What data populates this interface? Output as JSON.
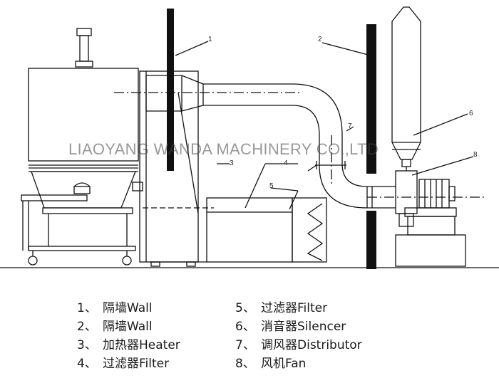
{
  "diagram": {
    "watermark": "LIAOYANG WANDA MACHINERY CO.,LTD",
    "callouts": [
      "1",
      "2",
      "3",
      "4",
      "5",
      "6",
      "7",
      "8"
    ]
  },
  "legend": {
    "left": [
      {
        "num": "1、",
        "label": "隔墙Wall"
      },
      {
        "num": "2、",
        "label": "隔墙Wall"
      },
      {
        "num": "3、",
        "label": "加热器Heater"
      },
      {
        "num": "4、",
        "label": "过滤器Filter"
      }
    ],
    "right": [
      {
        "num": "5、",
        "label": "过滤器Filter"
      },
      {
        "num": "6、",
        "label": "消音器Silencer"
      },
      {
        "num": "7、",
        "label": "调风器Distributor"
      },
      {
        "num": "8、",
        "label": "风机Fan"
      }
    ]
  }
}
